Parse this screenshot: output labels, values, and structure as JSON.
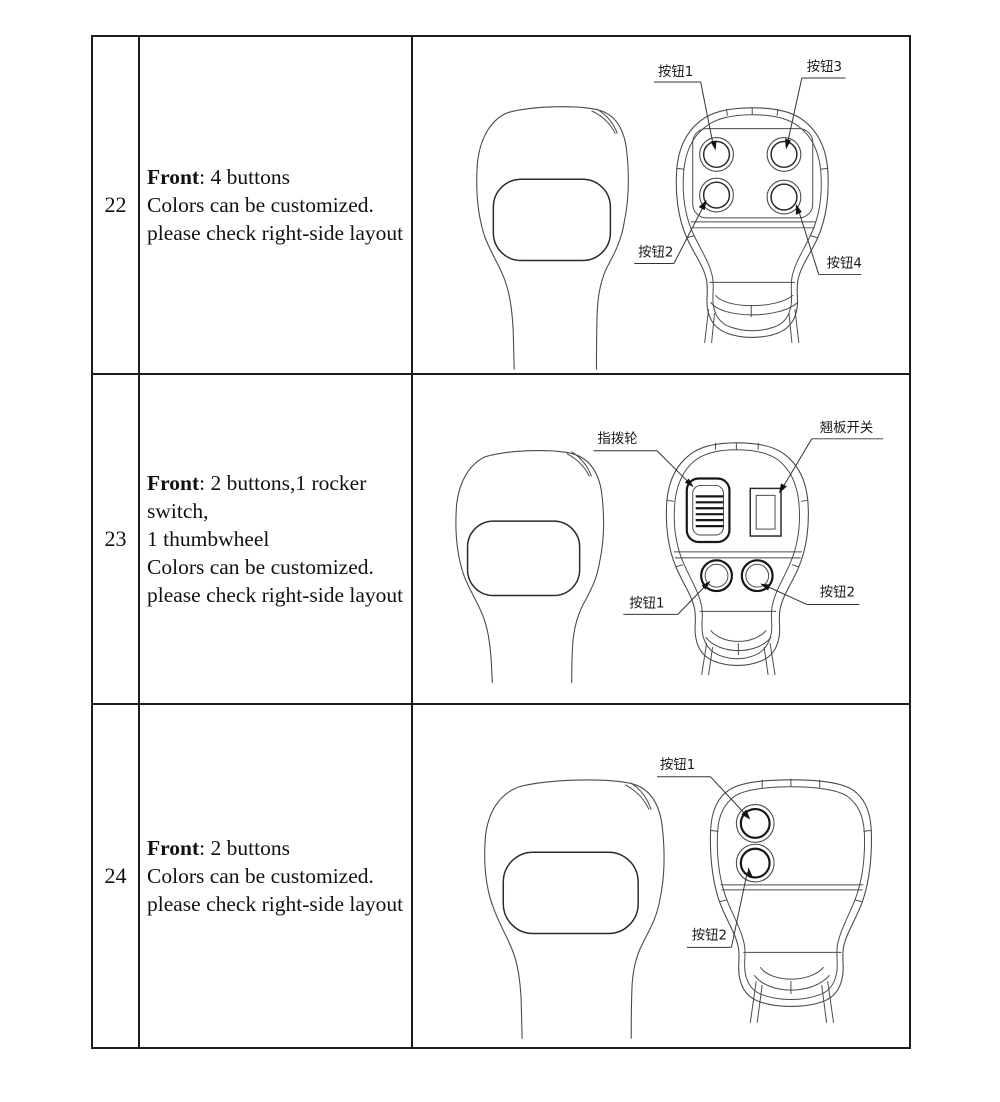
{
  "page": {
    "background": "#ffffff",
    "border_color": "#1d1d1d",
    "line_color": "#4a4a4a",
    "text_color": "#111111"
  },
  "table": {
    "rows": [
      {
        "number": "22",
        "description": {
          "lead_bold": "Front",
          "lead_rest": ": 4 buttons",
          "lines": [
            "Colors can be customized.",
            "please check right-side layout"
          ]
        },
        "callouts": {
          "button1": "按钮1",
          "button2": "按钮2",
          "button3": "按钮3",
          "button4": "按钮4"
        }
      },
      {
        "number": "23",
        "description": {
          "lead_bold": "Front",
          "lead_rest": ": 2 buttons,1 rocker switch,",
          "lines": [
            "1 thumbwheel",
            "Colors can be customized.",
            "please check right-side layout"
          ]
        },
        "callouts": {
          "thumbwheel": "指拨轮",
          "rocker": "翘板开关",
          "button1": "按钮1",
          "button2": "按钮2"
        }
      },
      {
        "number": "24",
        "description": {
          "lead_bold": "Front",
          "lead_rest": ": 2 buttons",
          "lines": [
            "Colors can be customized.",
            "please check right-side layout"
          ]
        },
        "callouts": {
          "button1": "按钮1",
          "button2": "按钮2"
        }
      }
    ]
  }
}
